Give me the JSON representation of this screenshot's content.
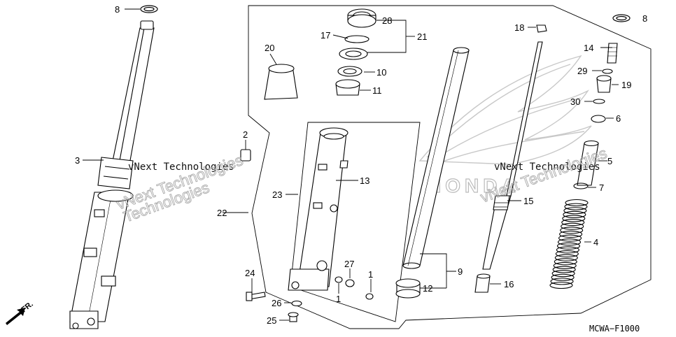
{
  "diagram": {
    "code": "MCWA−F1000",
    "direction_marker": "FR.",
    "watermark": {
      "line1": "vNext Technologies",
      "line2": "Technologies",
      "brand_outline": "HONDA"
    },
    "callouts": [
      "8",
      "8",
      "3",
      "2",
      "20",
      "17",
      "28",
      "21",
      "10",
      "11",
      "18",
      "14",
      "29",
      "19",
      "30",
      "6",
      "5",
      "7",
      "22",
      "23",
      "13",
      "15",
      "4",
      "24",
      "27",
      "1",
      "1",
      "9",
      "12",
      "16",
      "26",
      "25"
    ]
  }
}
